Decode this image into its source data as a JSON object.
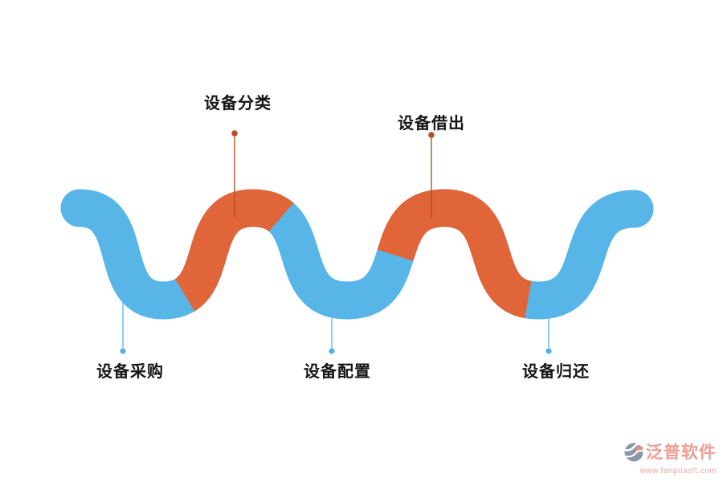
{
  "page": {
    "background": "#ffffff"
  },
  "diagram": {
    "type": "serpentine-process-flow",
    "description": "Equipment management process wave diagram",
    "nodes": [
      {
        "text": "设备采购",
        "position": "bottom"
      },
      {
        "text": "设备分类",
        "position": "top"
      },
      {
        "text": "设备配置",
        "position": "bottom"
      },
      {
        "text": "设备借出",
        "position": "top"
      },
      {
        "text": "设备归还",
        "position": "bottom"
      }
    ]
  },
  "colors": {
    "wave_blue": "#57b5e7",
    "wave_orange": "#e0663a",
    "top_connector_line": "#a84e20",
    "top_connector_dot": "#b94e26",
    "bottom_connector_line": "#7cc5ec",
    "bottom_connector_dot": "#55b1e3",
    "label_text": "#151515",
    "watermark_pink": "#ec9d94"
  },
  "watermark": {
    "brand": "泛普软件",
    "url": "www.fanpusoft.com"
  }
}
